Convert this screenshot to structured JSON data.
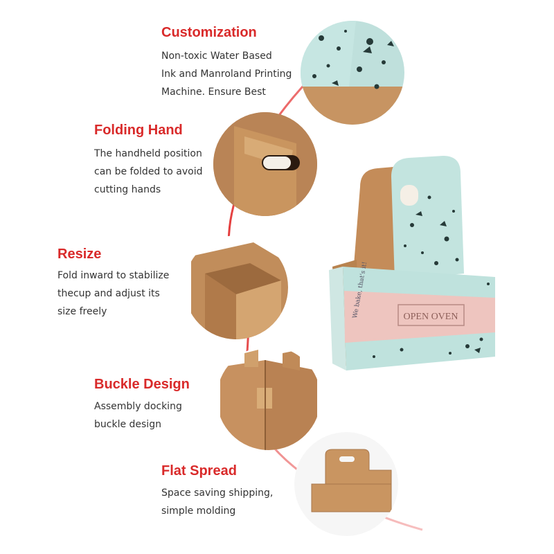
{
  "colors": {
    "accent": "#d92a2a",
    "text": "#333333",
    "kraft": "#c8925e",
    "mint": "#bfe3df",
    "pink": "#eec5bf"
  },
  "features": [
    {
      "title": "Customization",
      "lines": [
        "Non-toxic Water Based",
        "Ink and Manroland Printing",
        "Machine. Ensure Best"
      ]
    },
    {
      "title": "Folding Hand",
      "lines": [
        "The handheld position",
        "can be folded to avoid",
        "cutting hands"
      ]
    },
    {
      "title": "Resize",
      "lines": [
        "Fold inward to stabilize",
        "thecup and adjust its",
        "size freely"
      ]
    },
    {
      "title": "Buckle Design",
      "lines": [
        "Assembly docking",
        "buckle design"
      ]
    },
    {
      "title": "Flat Spread",
      "lines": [
        "Space saving shipping,",
        "simple molding"
      ]
    }
  ],
  "product": {
    "brand_text": "OPEN OVEN",
    "script_text": "We bake, that's it!"
  }
}
